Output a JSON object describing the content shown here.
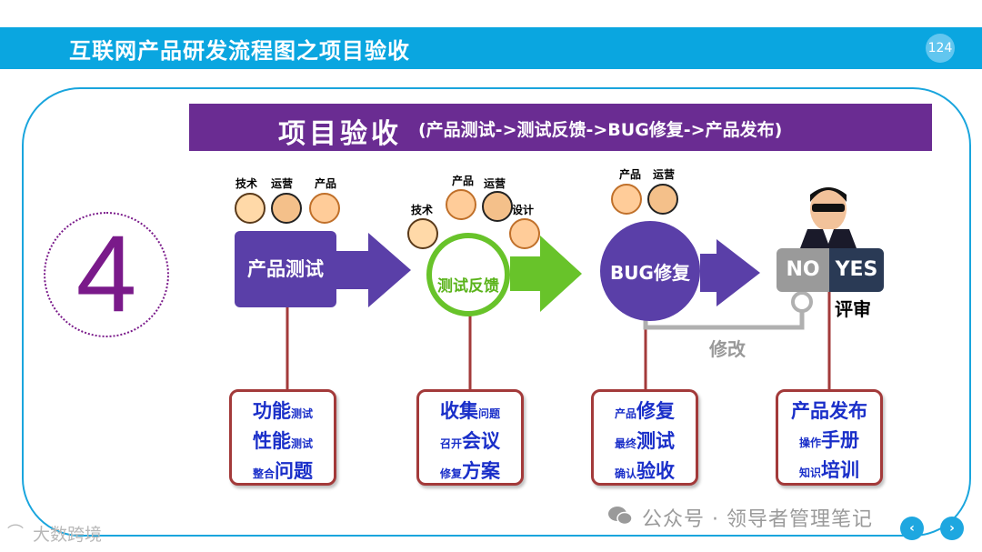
{
  "header": {
    "title": "互联网产品研发流程图之项目验收",
    "page_number": "124"
  },
  "banner": {
    "main": "项目验收",
    "sub": "(产品测试->测试反馈->BUG修复->产品发布)"
  },
  "step": {
    "number": "4"
  },
  "stages": [
    {
      "label": "产品测试",
      "roles": [
        "技术",
        "运营",
        "产品"
      ],
      "card": [
        [
          {
            "t": "功能",
            "s": "b"
          },
          {
            "t": "测试",
            "s": "s"
          }
        ],
        [
          {
            "t": "性能",
            "s": "b"
          },
          {
            "t": "测试",
            "s": "s"
          }
        ],
        [
          {
            "t": "整合",
            "s": "s"
          },
          {
            "t": "问题",
            "s": "b"
          }
        ]
      ]
    },
    {
      "label": "测试反馈",
      "roles": [
        "技术",
        "产品",
        "运营",
        "设计"
      ],
      "card": [
        [
          {
            "t": "收集",
            "s": "b"
          },
          {
            "t": "问题",
            "s": "s"
          }
        ],
        [
          {
            "t": "召开",
            "s": "s"
          },
          {
            "t": "会议",
            "s": "b"
          }
        ],
        [
          {
            "t": "修复",
            "s": "s"
          },
          {
            "t": "方案",
            "s": "b"
          }
        ]
      ]
    },
    {
      "label": "BUG修复",
      "roles": [
        "产品",
        "运营"
      ],
      "card": [
        [
          {
            "t": "产品",
            "s": "s"
          },
          {
            "t": "修复",
            "s": "b"
          }
        ],
        [
          {
            "t": "最终",
            "s": "s"
          },
          {
            "t": "测试",
            "s": "b"
          }
        ],
        [
          {
            "t": "确认",
            "s": "s"
          },
          {
            "t": "验收",
            "s": "b"
          }
        ]
      ]
    },
    {
      "label_no": "NO",
      "label_yes": "YES",
      "label_review": "评审",
      "modify": "修改",
      "card": [
        [
          {
            "t": "产品发布",
            "s": "b"
          }
        ],
        [
          {
            "t": "操作",
            "s": "s"
          },
          {
            "t": "手册",
            "s": "b"
          }
        ],
        [
          {
            "t": "知识",
            "s": "s"
          },
          {
            "t": "培训",
            "s": "b"
          }
        ]
      ]
    }
  ],
  "watermark": {
    "right": "公众号 · 领导者管理笔记",
    "left": "大数跨境"
  },
  "colors": {
    "header": "#0aa6e0",
    "banner": "#6a2c92",
    "purple": "#5a3fa8",
    "green": "#68c32a",
    "card_border": "#a33a3a",
    "card_text": "#1a2fc9"
  }
}
